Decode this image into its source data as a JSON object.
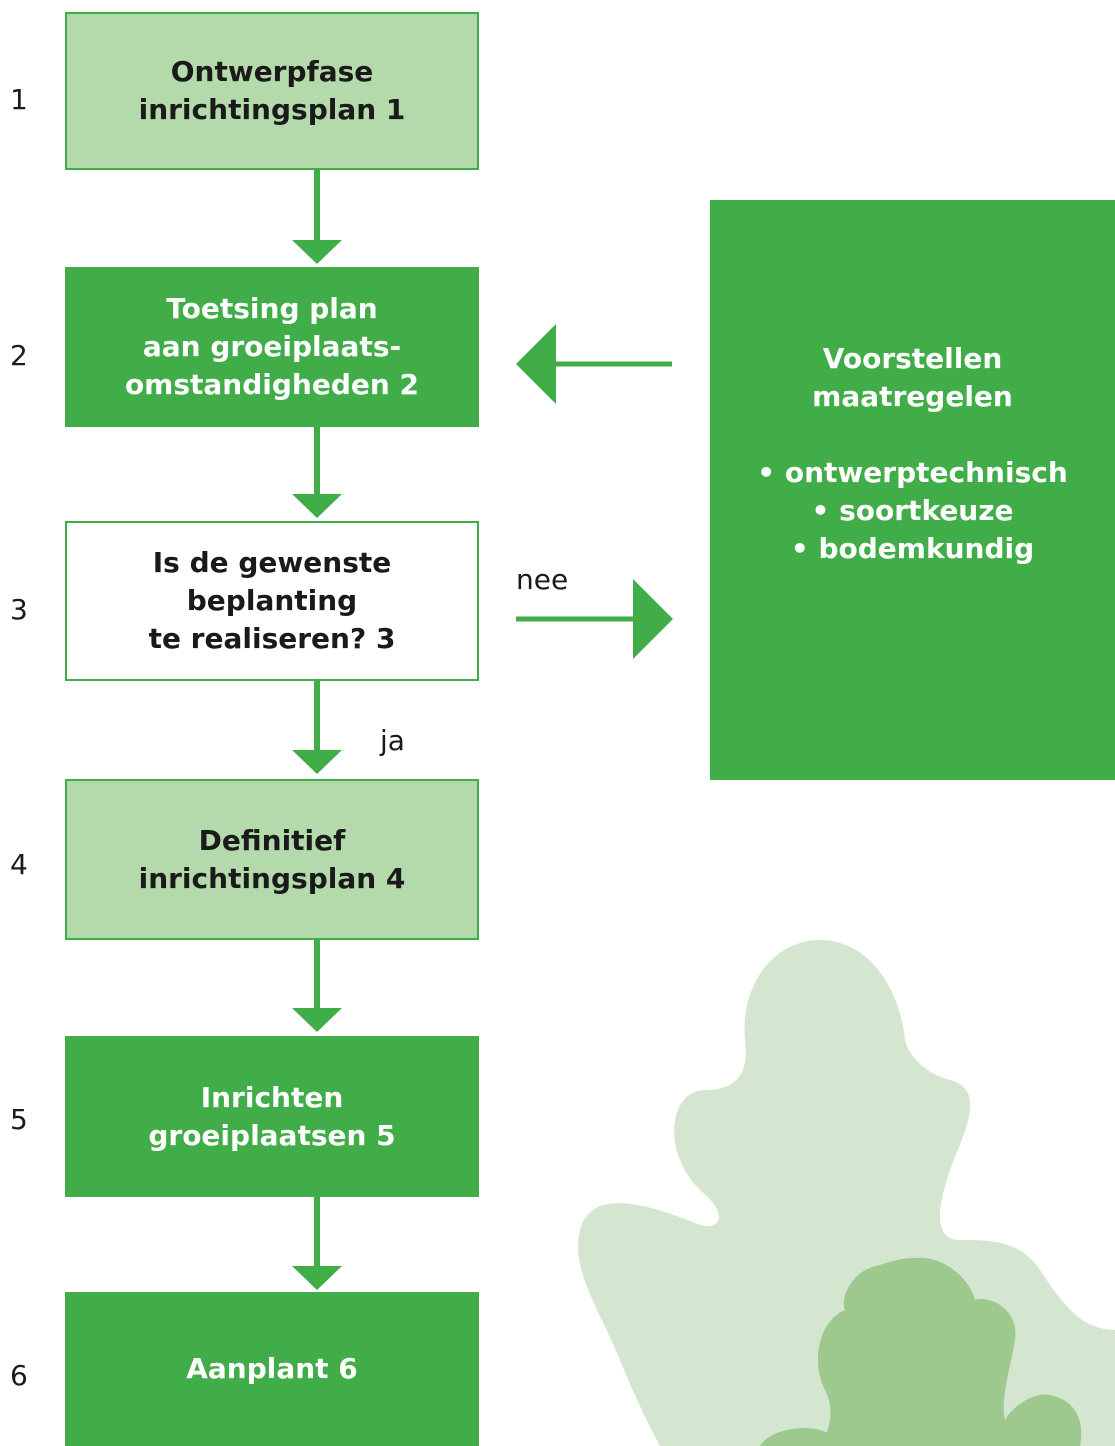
{
  "colors": {
    "light_green": "#b4d9ab",
    "green": "#41ad49",
    "leaf_light": "#d4e6cf",
    "leaf_mid": "#9dc98f"
  },
  "step_numbers": [
    "1",
    "2",
    "3",
    "4",
    "5",
    "6"
  ],
  "steps": [
    {
      "text": "Ontwerpfase\ninrichtingsplan 1",
      "style": "light"
    },
    {
      "text": "Toetsing plan\naan groeiplaats-\nomstandigheden 2",
      "style": "dark"
    },
    {
      "text": "Is de gewenste\nbeplanting\nte realiseren? 3",
      "style": "white"
    },
    {
      "text": "Definitief\ninrichtingsplan 4",
      "style": "light"
    },
    {
      "text": "Inrichten\ngroeiplaatsen 5",
      "style": "dark"
    },
    {
      "text": "Aanplant 6",
      "style": "dark"
    }
  ],
  "side_panel": {
    "title": "Voorstellen\nmaatregelen",
    "items": [
      "• ontwerptechnisch",
      "• soortkeuze",
      "• bodemkundig"
    ]
  },
  "labels": {
    "no": "nee",
    "yes": "ja"
  },
  "icons": {
    "arrow": "down-arrow-icon",
    "decoration": "leaf-decoration"
  }
}
